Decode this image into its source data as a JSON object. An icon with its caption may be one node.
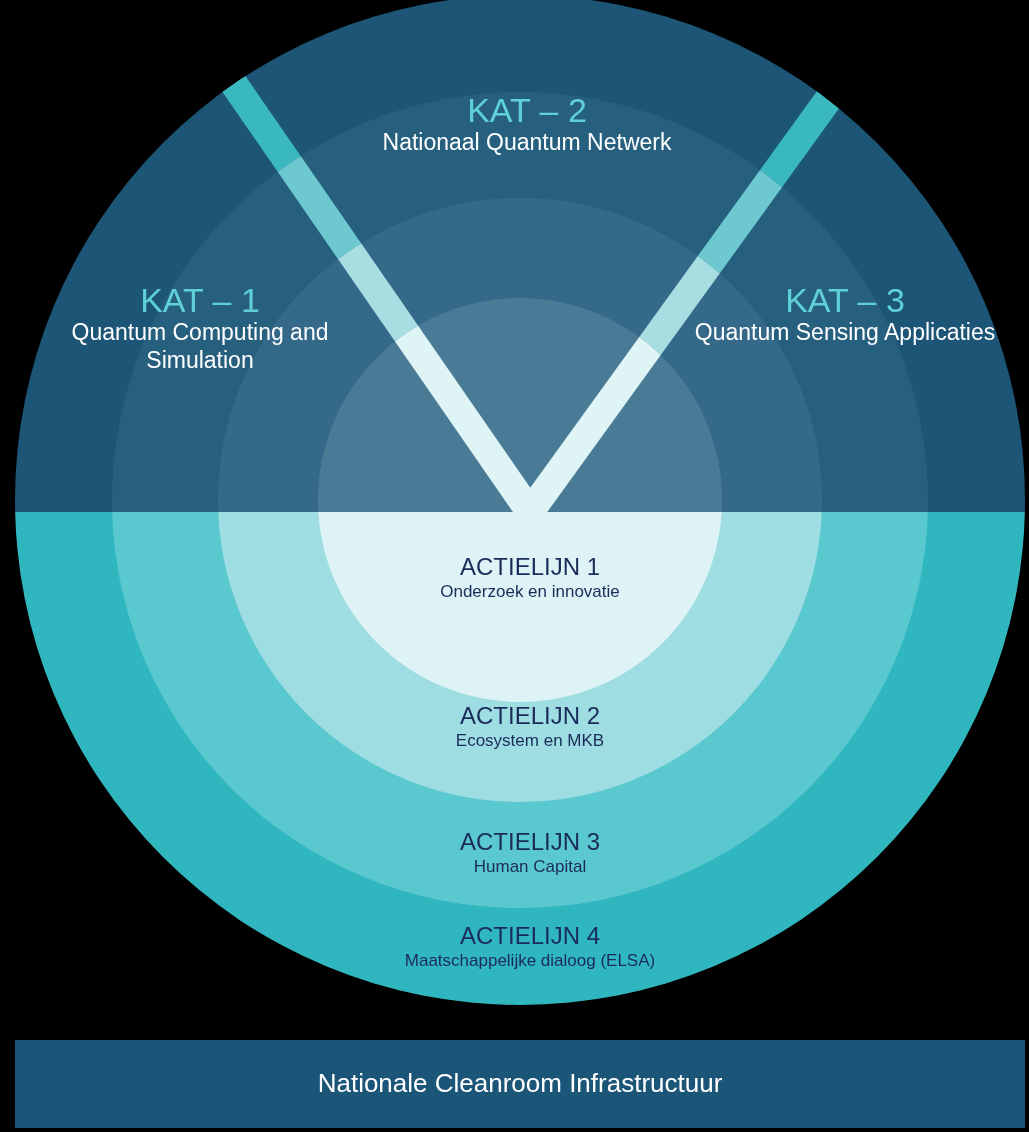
{
  "diagram": {
    "nodes": [
      {
        "text": [
          "KAT – 2",
          "Nationaal Quantum Netwerk"
        ]
      },
      {
        "text": [
          "KAT – 1",
          "Quantum Computing and Simulation"
        ]
      },
      {
        "text": [
          "KAT – 3",
          "Quantum Sensing Applicaties"
        ]
      },
      {
        "text": [
          "ACTIELIJN 1",
          "Onderzoek en innovatie"
        ]
      },
      {
        "text": [
          "ACTIELIJN 2",
          "Ecosystem en MKB"
        ]
      },
      {
        "text": [
          "ACTIELIJN 3",
          "Human Capital"
        ]
      },
      {
        "text": [
          "ACTIELIJN 4",
          "Maatschappelijke dialoog (ELSA)"
        ]
      },
      {
        "text": [
          "Nationale Cleanroom Infrastructuur"
        ]
      }
    ]
  }
}
